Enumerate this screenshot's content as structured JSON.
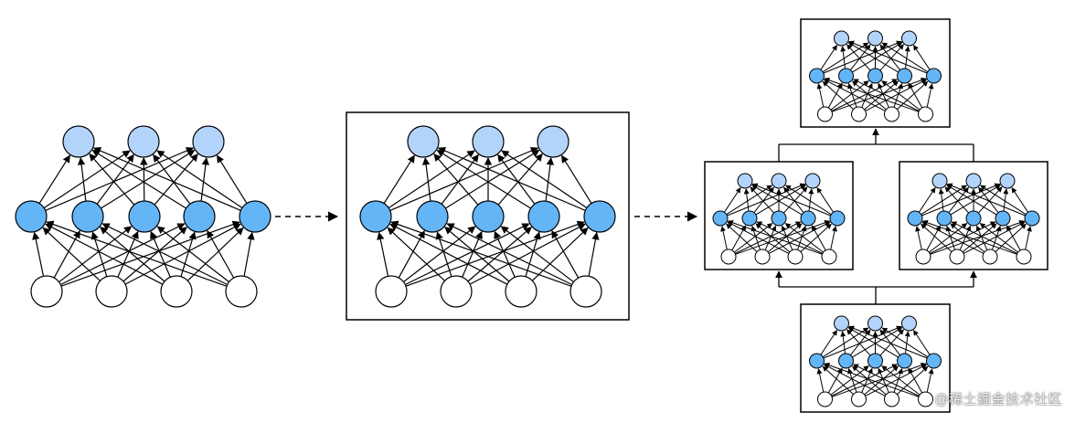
{
  "diagram": {
    "network_layers": [
      4,
      5,
      3
    ],
    "colors": {
      "input_node": "#ffffff",
      "hidden_node": "#64b5f6",
      "output_node": "#b3d4fa",
      "stroke": "#000000"
    },
    "groups": [
      {
        "id": "single-network",
        "boxed": false
      },
      {
        "id": "boxed-network",
        "boxed": true
      },
      {
        "id": "composed-networks",
        "boxed": true,
        "sub_networks": 4
      }
    ],
    "connectors": [
      "dashed-arrow",
      "dashed-arrow"
    ]
  },
  "watermark": {
    "text": "@稀土掘金技术社区"
  }
}
